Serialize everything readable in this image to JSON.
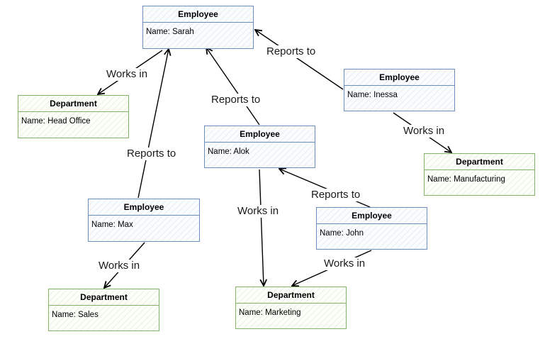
{
  "diagram": {
    "entity_header": {
      "employee": "Employee",
      "department": "Department"
    },
    "nodes": [
      {
        "id": "sarah",
        "kind": "employee",
        "field_label": "Name",
        "value": "Sarah"
      },
      {
        "id": "inessa",
        "kind": "employee",
        "field_label": "Name",
        "value": "Inessa"
      },
      {
        "id": "alok",
        "kind": "employee",
        "field_label": "Name",
        "value": "Alok"
      },
      {
        "id": "max",
        "kind": "employee",
        "field_label": "Name",
        "value": "Max"
      },
      {
        "id": "john",
        "kind": "employee",
        "field_label": "Name",
        "value": "John"
      },
      {
        "id": "head-office",
        "kind": "department",
        "field_label": "Name",
        "value": "Head Office"
      },
      {
        "id": "manufacturing",
        "kind": "department",
        "field_label": "Name",
        "value": "Manufacturing"
      },
      {
        "id": "sales",
        "kind": "department",
        "field_label": "Name",
        "value": "Sales"
      },
      {
        "id": "marketing",
        "kind": "department",
        "field_label": "Name",
        "value": "Marketing"
      }
    ],
    "relation_labels": {
      "reports_to": "Reports to",
      "works_in": "Works in"
    },
    "edges": [
      {
        "from": "inessa",
        "to": "sarah",
        "relation": "reports_to"
      },
      {
        "from": "alok",
        "to": "sarah",
        "relation": "reports_to"
      },
      {
        "from": "max",
        "to": "sarah",
        "relation": "reports_to"
      },
      {
        "from": "john",
        "to": "alok",
        "relation": "reports_to"
      },
      {
        "from": "sarah",
        "to": "head-office",
        "relation": "works_in"
      },
      {
        "from": "inessa",
        "to": "manufacturing",
        "relation": "works_in"
      },
      {
        "from": "max",
        "to": "sales",
        "relation": "works_in"
      },
      {
        "from": "alok",
        "to": "marketing",
        "relation": "works_in"
      },
      {
        "from": "john",
        "to": "marketing",
        "relation": "works_in"
      }
    ],
    "colors": {
      "employee_border": "#6c8ebf",
      "department_border": "#82b366",
      "edge": "#000000"
    }
  }
}
